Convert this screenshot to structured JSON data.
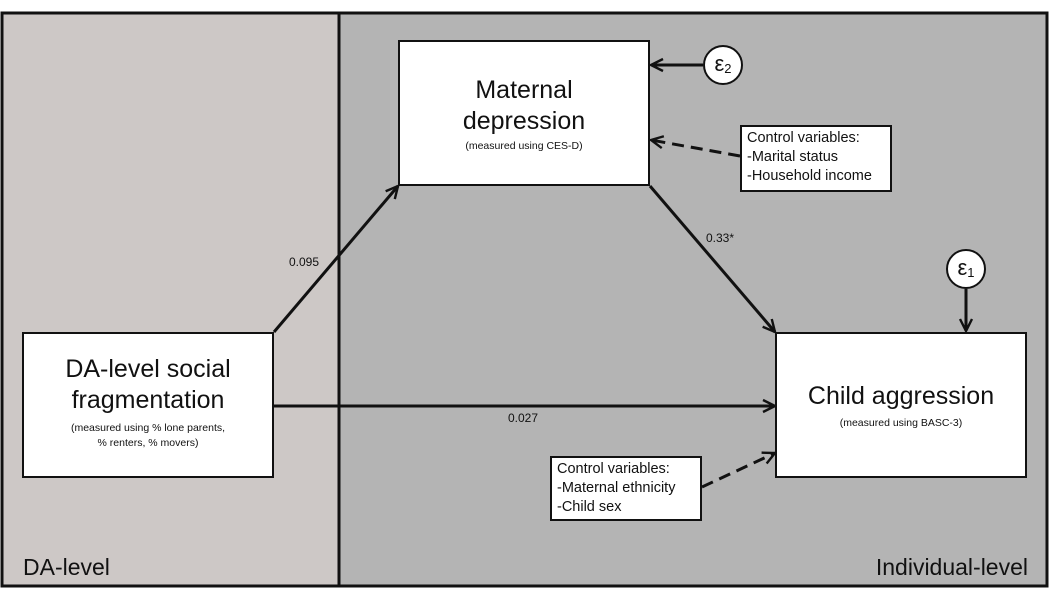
{
  "regions": {
    "left_label": "DA-level",
    "right_label": "Individual-level",
    "left_color": "#cdc8c6",
    "right_color": "#b4b4b4"
  },
  "nodes": {
    "maternal_depression": {
      "title_1": "Maternal",
      "title_2": "depression",
      "subtitle": "(measured using CES-D)"
    },
    "social_fragmentation": {
      "title_1": "DA-level social",
      "title_2": "fragmentation",
      "subtitle_1": "(measured using % lone parents,",
      "subtitle_2": "% renters, % movers)"
    },
    "child_aggression": {
      "title": "Child aggression",
      "subtitle": "(measured using BASC-3)"
    }
  },
  "controls": {
    "mediator": {
      "heading": "Control variables:",
      "items": [
        "-Marital status",
        "-Household income"
      ]
    },
    "outcome": {
      "heading": "Control variables:",
      "items": [
        "-Maternal ethnicity",
        "-Child sex"
      ]
    }
  },
  "errors": {
    "e2": {
      "symbol": "ε",
      "index": "2"
    },
    "e1": {
      "symbol": "ε",
      "index": "1"
    }
  },
  "paths": {
    "fragmentation_to_depression": "0.095",
    "depression_to_aggression": "0.33*",
    "fragmentation_to_aggression": "0.027"
  }
}
